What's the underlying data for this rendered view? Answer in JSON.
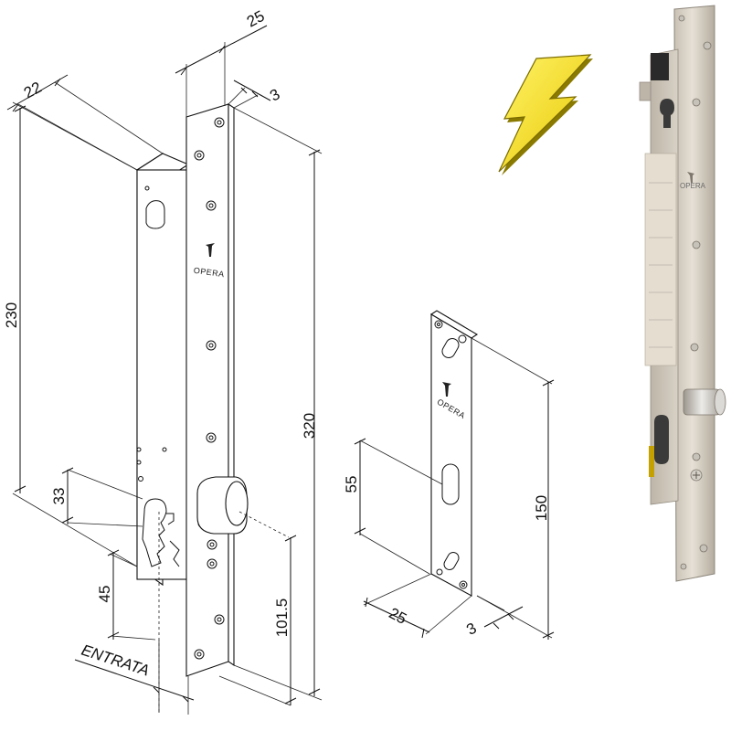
{
  "dimensions": {
    "lock_top_width": "25",
    "lock_side_depth": "22",
    "lock_plate_thickness": "3",
    "lock_body_height": "230",
    "lock_plate_height": "320",
    "cylinder_height": "33",
    "cylinder_from_bottom": "45",
    "bolt_from_bottom": "101.5",
    "strike_width": "25",
    "strike_thickness": "3",
    "strike_hole_height": "55",
    "strike_height": "150"
  },
  "labels": {
    "entrance": "ENTRATA",
    "brand": "OPERA"
  },
  "colors": {
    "bolt_yellow": "#f2e31a",
    "bolt_shadow": "#b8a400",
    "steel_light": "#d9d2c6",
    "steel_dark": "#a79f92",
    "steel_edge": "#8c857a"
  },
  "icons": {
    "electric": "lightning-bolt-icon",
    "brand_logo": "opera-logo"
  }
}
